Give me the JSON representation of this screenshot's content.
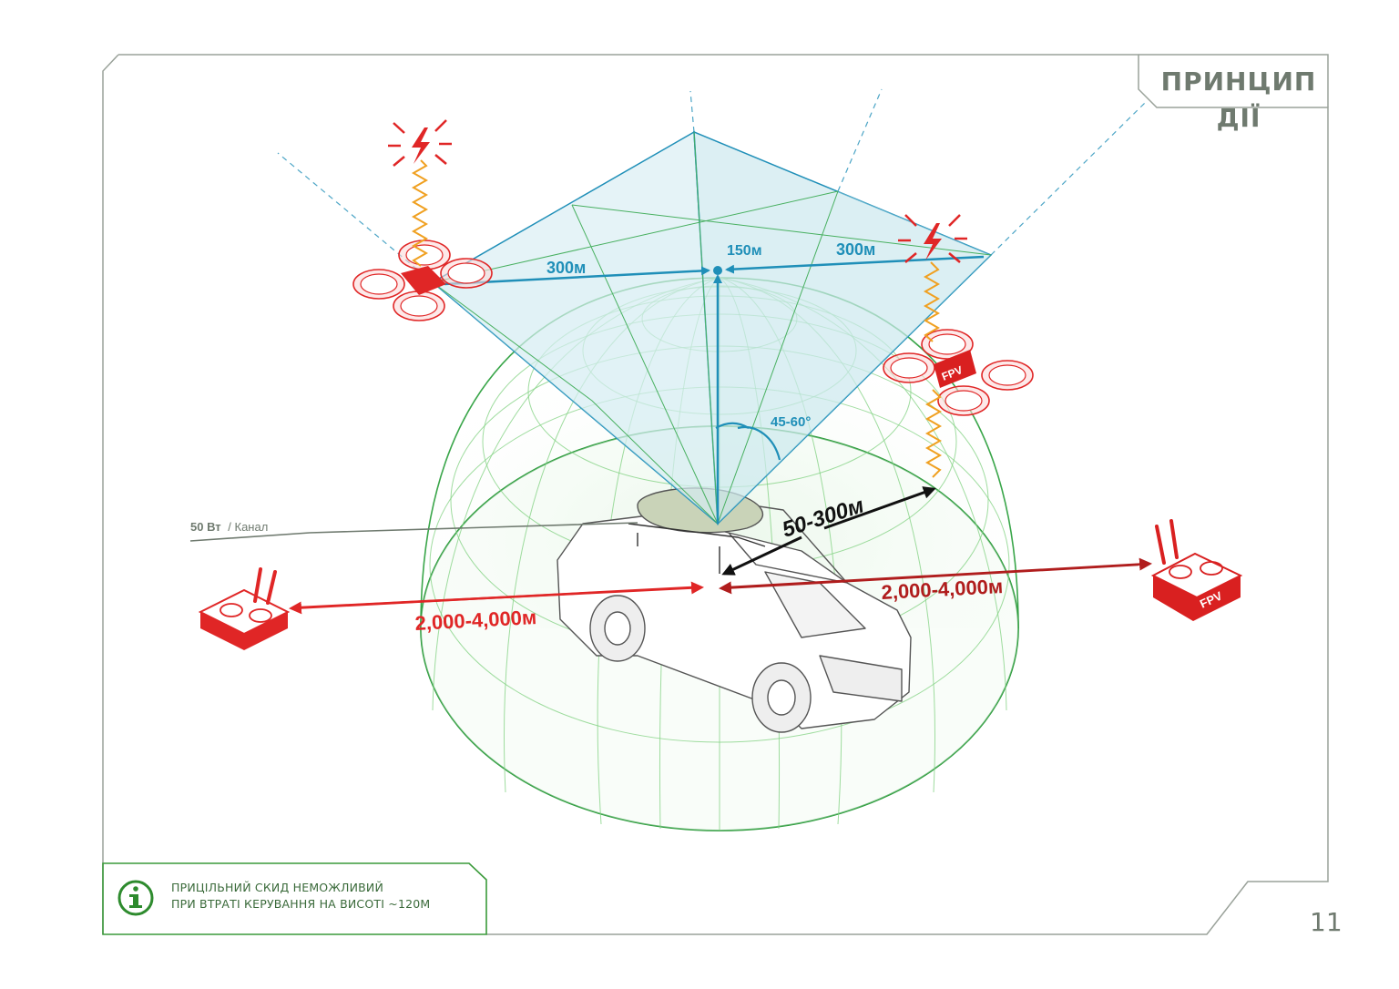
{
  "header": {
    "title": "ПРИНЦИП ДІЇ"
  },
  "page_number": "11",
  "labels": {
    "range_300_left": "300м",
    "range_300_right": "300м",
    "altitude_150": "150м",
    "angle": "45-60°",
    "distance_50_300": "50-300м",
    "range_left": "2,000-4,000м",
    "range_right": "2,000-4,000м",
    "power_value": "50 Вт",
    "power_unit": "/ Канал",
    "fpv_drone_tag": "FPV",
    "fpv_remote_tag": "FPV"
  },
  "info_note": {
    "line1": "ПРИЦІЛЬНИЙ СКИД НЕМОЖЛИВИЙ",
    "line2": "ПРИ ВТРАТІ КЕРУВАННЯ НА ВИСОТІ ~120М"
  },
  "colors": {
    "frame": "#9aa29a",
    "blue": "#1f8fb8",
    "green": "#3aa64a",
    "red": "#e02626",
    "dark_red": "#b01d1d",
    "orange": "#f0a020",
    "note_green": "#3a9a3a"
  },
  "icons": [
    "info-icon",
    "lightning-icon",
    "drone-icon",
    "remote-control-icon",
    "pickup-truck-icon"
  ]
}
